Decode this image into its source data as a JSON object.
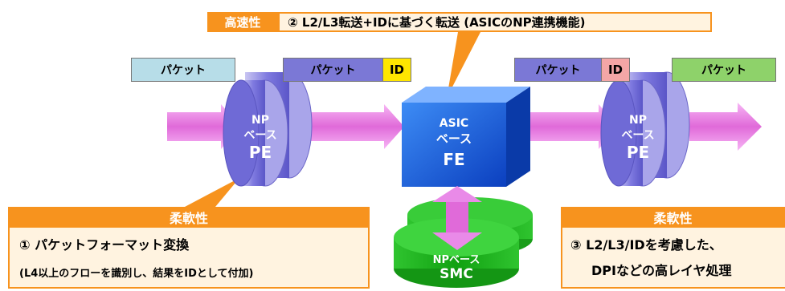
{
  "top_callout": {
    "tag": "高速性",
    "text": "② L2/L3転送+IDに基づく転送 (ASICのNP連携機能)"
  },
  "packets": [
    {
      "label": "パケット",
      "id": "",
      "color": "#b7dde8"
    },
    {
      "label": "パケット",
      "id": "ID",
      "color": "#7b78d6",
      "id_color": "#ffe600"
    },
    {
      "label": "パケット",
      "id": "ID",
      "color": "#7b78d6",
      "id_color": "#f4a6a6"
    },
    {
      "label": "パケット",
      "id": "",
      "color": "#8ed26a"
    }
  ],
  "pe_left": {
    "line1": "NP",
    "line2": "ベース",
    "line3": "PE"
  },
  "pe_right": {
    "line1": "NP",
    "line2": "ベース",
    "line3": "PE"
  },
  "fe": {
    "line1": "ASIC",
    "line2": "ベース",
    "line3": "FE"
  },
  "smc": {
    "line1": "NPベース",
    "line2": "SMC"
  },
  "left_callout": {
    "title": "柔軟性",
    "line1": "① パケットフォーマット変換",
    "line2": "(L4以上のフローを識別し、結果をIDとして付加)"
  },
  "right_callout": {
    "title": "柔軟性",
    "line1": "③ L2/L3/IDを考慮した、",
    "line2": "DPIなどの高レイヤ処理"
  },
  "colors": {
    "orange": "#f7931e",
    "magenta": "#e98ae8",
    "blue": "#1e5fe0",
    "green": "#2ab52a",
    "purple": "#7b78d6"
  }
}
